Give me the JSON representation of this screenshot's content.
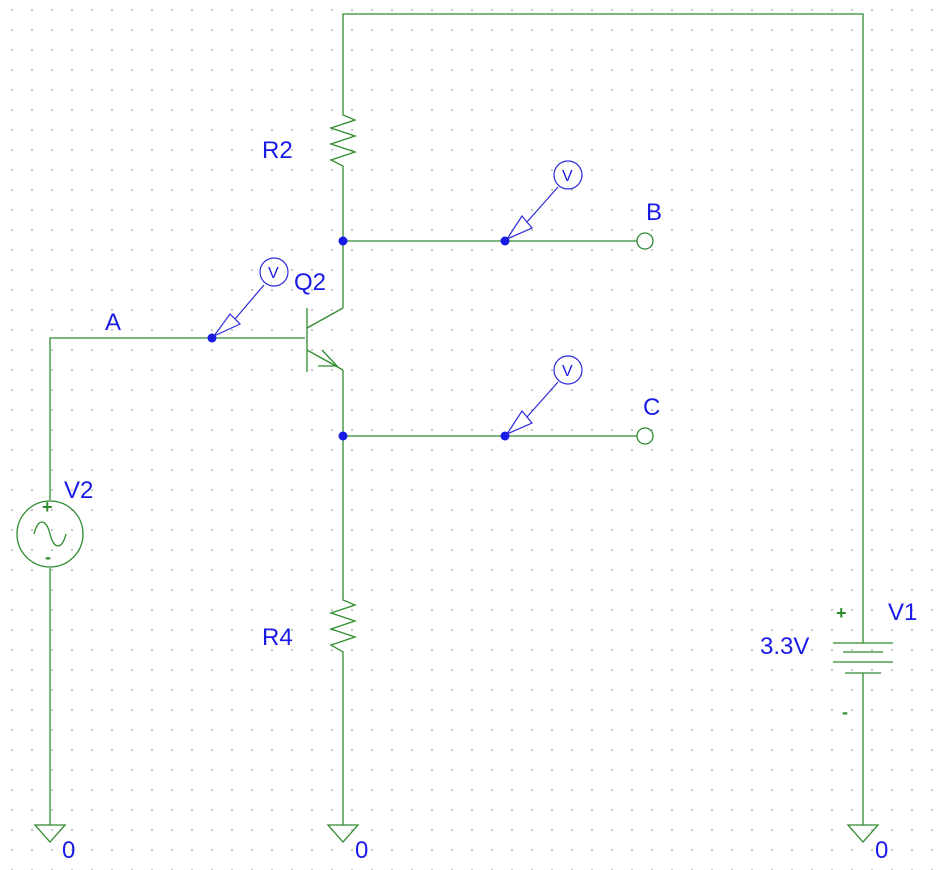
{
  "labels": {
    "r2": "R2",
    "r4": "R4",
    "q2": "Q2",
    "v1": "V1",
    "v1_value": "3.3V",
    "v2": "V2",
    "node_a": "A",
    "node_b": "B",
    "node_c": "C",
    "ground": "0",
    "probe": "V",
    "plus": "+",
    "minus": "-"
  },
  "colors": {
    "wire": "#2e8b2e",
    "label": "#1a1ae6",
    "background": "#ffffff"
  }
}
